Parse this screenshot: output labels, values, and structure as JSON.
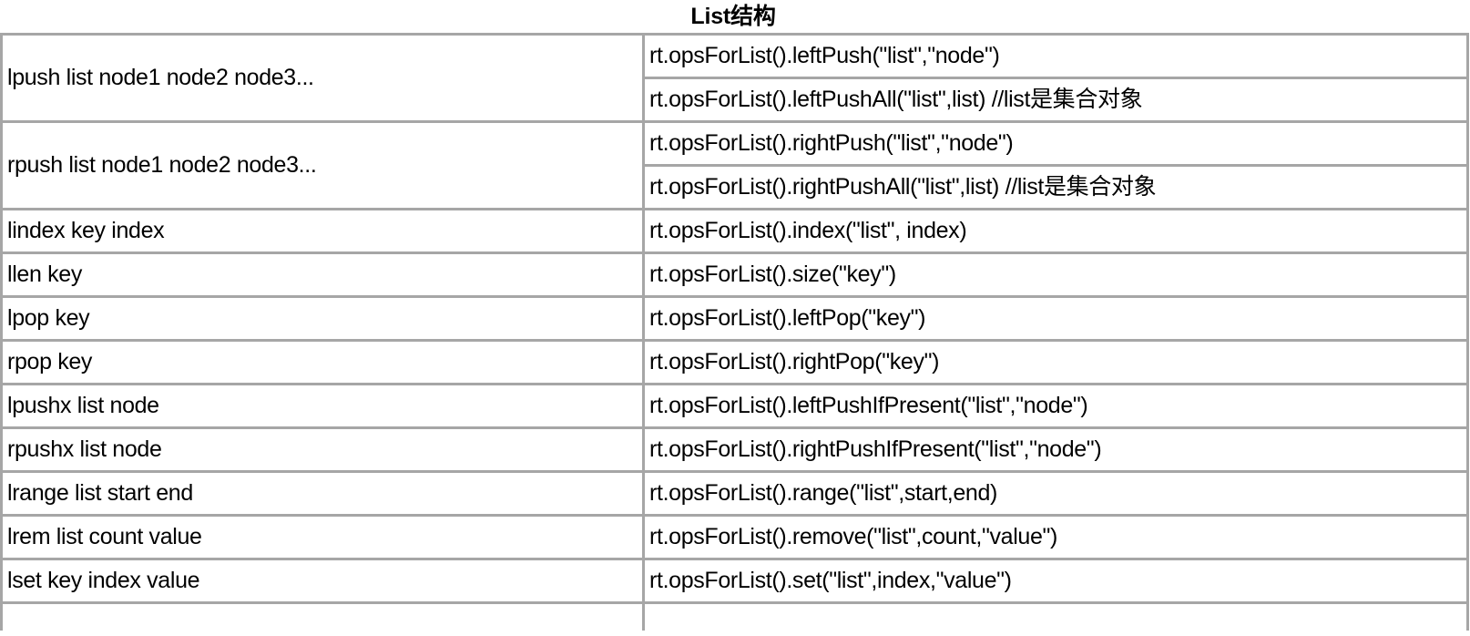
{
  "title": "List结构",
  "table": {
    "rows": [
      {
        "command": "lpush list node1 node2 node3...",
        "apis": [
          "rt.opsForList().leftPush(\"list\",\"node\")",
          "rt.opsForList().leftPushAll(\"list\",list) //list是集合对象"
        ]
      },
      {
        "command": "rpush list node1 node2 node3...",
        "apis": [
          "rt.opsForList().rightPush(\"list\",\"node\")",
          "rt.opsForList().rightPushAll(\"list\",list) //list是集合对象"
        ]
      },
      {
        "command": "lindex key index",
        "apis": [
          "rt.opsForList().index(\"list\", index)"
        ]
      },
      {
        "command": "llen key",
        "apis": [
          "rt.opsForList().size(\"key\")"
        ]
      },
      {
        "command": "lpop key",
        "apis": [
          "rt.opsForList().leftPop(\"key\")"
        ]
      },
      {
        "command": "rpop key",
        "apis": [
          "rt.opsForList().rightPop(\"key\")"
        ]
      },
      {
        "command": "lpushx list node",
        "apis": [
          "rt.opsForList().leftPushIfPresent(\"list\",\"node\")"
        ]
      },
      {
        "command": "rpushx list node",
        "apis": [
          "rt.opsForList().rightPushIfPresent(\"list\",\"node\")"
        ]
      },
      {
        "command": "lrange list start end",
        "apis": [
          "rt.opsForList().range(\"list\",start,end)"
        ]
      },
      {
        "command": "lrem list count value",
        "apis": [
          "rt.opsForList().remove(\"list\",count,\"value\")"
        ]
      },
      {
        "command": "lset key index value",
        "apis": [
          "rt.opsForList().set(\"list\",index,\"value\")"
        ]
      },
      {
        "command": "",
        "apis": [
          ""
        ]
      }
    ]
  },
  "colors": {
    "border": "#a6a6a6",
    "text": "#000000",
    "background": "#ffffff"
  }
}
